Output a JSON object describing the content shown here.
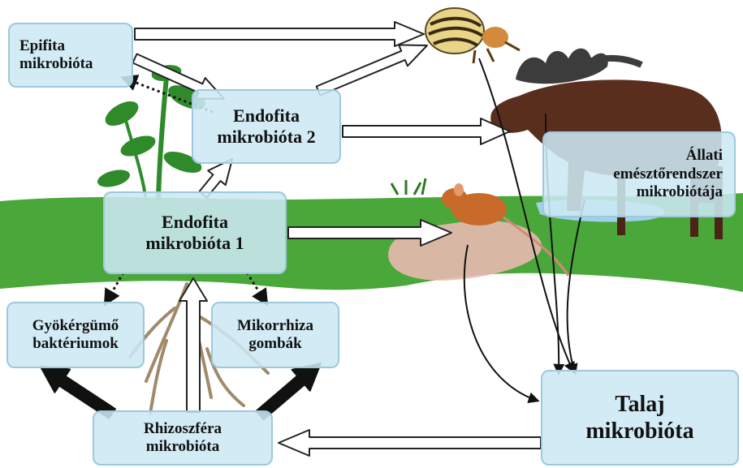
{
  "nodes": {
    "epifita": [
      "Epifita",
      "mikrobióta"
    ],
    "endofita2": [
      "Endofita",
      "mikrobióta 2"
    ],
    "endofita1": [
      "Endofita",
      "mikrobióta 1"
    ],
    "allati": [
      "Állati",
      "emésztőrendszer",
      "mikrobiótája"
    ],
    "gyokergumo": [
      "Gyökérgümő",
      "baktériumok"
    ],
    "mikorrhiza": [
      "Mikorrhiza",
      "gombák"
    ],
    "rhizoszfera": [
      "Rhizoszféra",
      "mikrobióta"
    ],
    "talaj": [
      "Talaj",
      "mikrobióta"
    ]
  },
  "colors": {
    "box_fill": "#cce8f4",
    "box_border": "#9fc8dc",
    "grass": "#4aa83a",
    "sky": "#ffffff",
    "arrow_fill": "#ffffff",
    "arrow_stroke": "#222222"
  },
  "illustrations": [
    "plant",
    "roots",
    "colorado-beetle",
    "moose",
    "mouse",
    "grass-field",
    "pond",
    "dirt-path"
  ]
}
